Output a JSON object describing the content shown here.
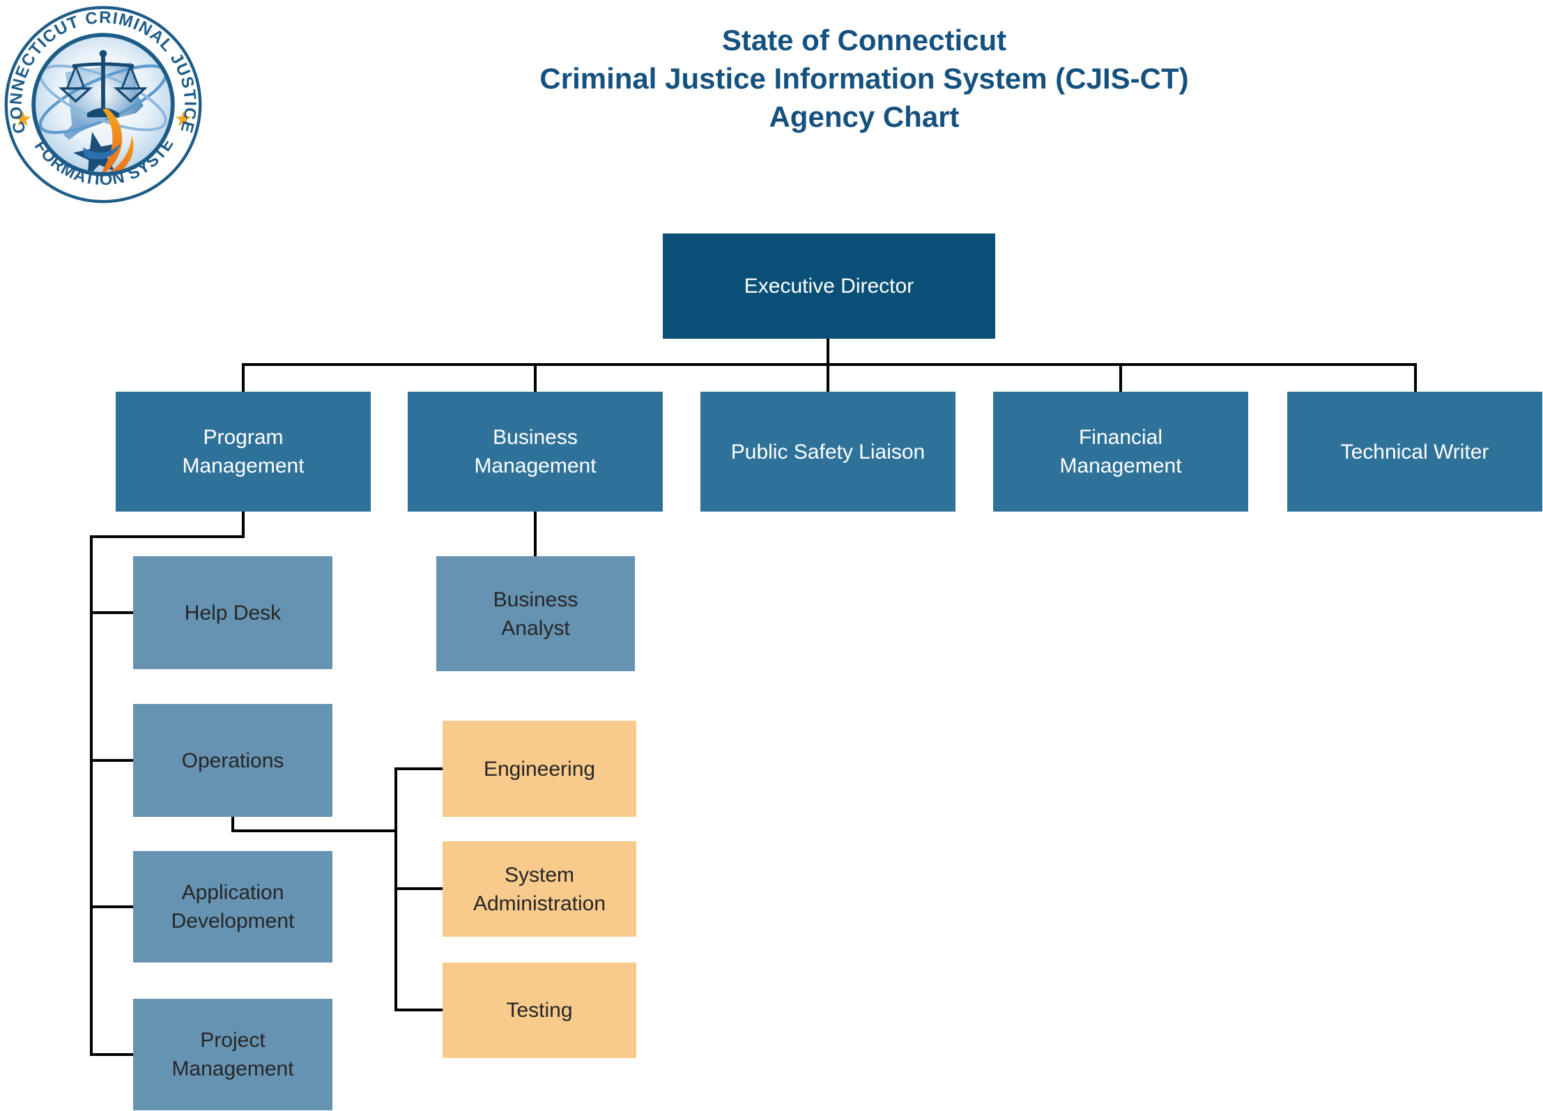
{
  "title": {
    "line1": "State of Connecticut",
    "line2": "Criminal Justice Information System (CJIS-CT)",
    "line3": "Agency Chart"
  },
  "logo": {
    "top_text": "CONNECTICUT CRIMINAL JUSTICE",
    "bottom_text": "INFORMATION SYSTEM"
  },
  "org": {
    "root": {
      "label": "Executive Director"
    },
    "level2": [
      {
        "label": "Program\nManagement"
      },
      {
        "label": "Business\nManagement"
      },
      {
        "label": "Public Safety Liaison"
      },
      {
        "label": "Financial\nManagement"
      },
      {
        "label": "Technical Writer"
      }
    ],
    "program_management_children": [
      {
        "label": "Help Desk"
      },
      {
        "label": "Operations"
      },
      {
        "label": "Application\nDevelopment"
      },
      {
        "label": "Project\nManagement"
      }
    ],
    "business_management_children": [
      {
        "label": "Business\nAnalyst"
      }
    ],
    "operations_children": [
      {
        "label": "Engineering"
      },
      {
        "label": "System\nAdministration"
      },
      {
        "label": "Testing"
      }
    ]
  },
  "colors": {
    "title_text": "#15517F",
    "root_box": "#0A5076",
    "level2_box": "#2F7299",
    "level3_box": "#6793B2",
    "accent_box": "#F8CA8C",
    "connector": "#000000",
    "text_light": "#FFFFFF",
    "text_dark": "#262626",
    "logo_ring": "#1E5C88",
    "logo_star_accent": "#F5A623",
    "logo_orange": "#ED7C1E"
  }
}
